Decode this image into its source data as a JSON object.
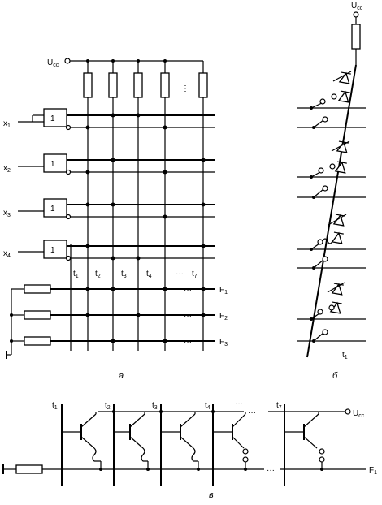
{
  "panel_a": {
    "supply": {
      "main": "U",
      "sub": "cc"
    },
    "gate_symbol": "1",
    "inputs": [
      {
        "main": "x",
        "sub": "1"
      },
      {
        "main": "x",
        "sub": "2"
      },
      {
        "main": "x",
        "sub": "3"
      },
      {
        "main": "x",
        "sub": "4"
      }
    ],
    "resistor_gap": "⋮",
    "columns": [
      {
        "main": "t",
        "sub": "1"
      },
      {
        "main": "t",
        "sub": "2"
      },
      {
        "main": "t",
        "sub": "3"
      },
      {
        "main": "t",
        "sub": "4"
      },
      {
        "main": "···",
        "sub": ""
      },
      {
        "main": "t",
        "sub": "7"
      }
    ],
    "outputs": [
      {
        "main": "F",
        "sub": "1"
      },
      {
        "main": "F",
        "sub": "2"
      },
      {
        "main": "F",
        "sub": "3"
      }
    ],
    "dots": "···",
    "caption": "а"
  },
  "panel_b": {
    "supply": {
      "main": "U",
      "sub": "cc"
    },
    "column": {
      "main": "t",
      "sub": "1"
    },
    "caption": "б"
  },
  "panel_c": {
    "columns": [
      {
        "main": "t",
        "sub": "1"
      },
      {
        "main": "t",
        "sub": "2"
      },
      {
        "main": "t",
        "sub": "3"
      },
      {
        "main": "t",
        "sub": "4"
      },
      {
        "main": "···",
        "sub": ""
      },
      {
        "main": "t",
        "sub": "7"
      }
    ],
    "supply": {
      "main": "U",
      "sub": "cc"
    },
    "output": {
      "main": "F",
      "sub": "1"
    },
    "dots": "···",
    "caption": "в"
  }
}
